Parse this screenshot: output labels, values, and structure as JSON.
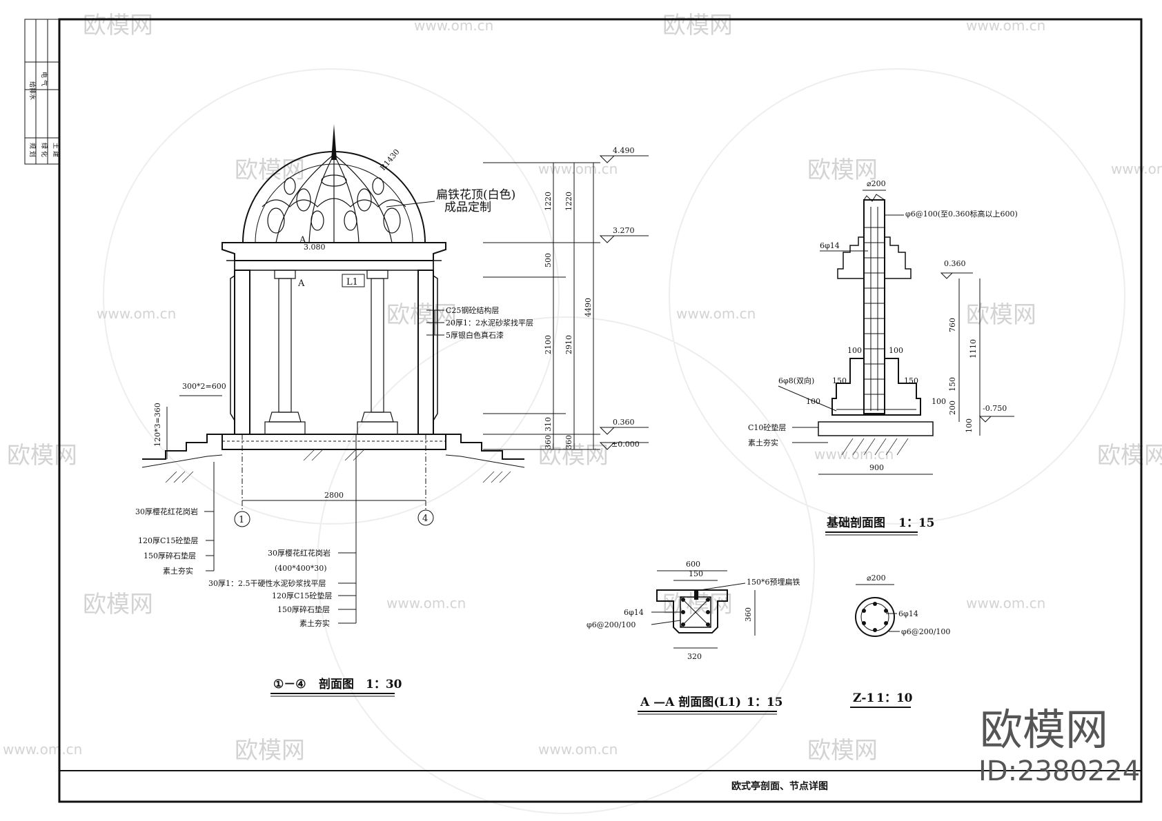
{
  "sheet": {
    "title": "欧式亭剖面、节点详图",
    "side_labels": [
      "给排水",
      "电 气",
      "规 划",
      "绿 化",
      "土 建"
    ]
  },
  "section_main": {
    "dome_label_1": "扁铁花顶(白色)",
    "dome_label_2": "成品定制",
    "radius": "R1430",
    "marks": {
      "A": "A",
      "L1": "L1",
      "elev_3080": "3.080"
    },
    "beam_layers": [
      "C25钢砼结构层",
      "20厚1：2水泥砂浆找平层",
      "5厚银白色真石漆"
    ],
    "elevations": [
      "4.490",
      "3.270",
      "0.360",
      "±0.000"
    ],
    "dims_vertical": [
      "1220",
      "1220",
      "500",
      "2100",
      "2910",
      "4490",
      "310",
      "360",
      "360"
    ],
    "step_dims": {
      "horizontal": "300*2=600",
      "vertical": "120*3=360"
    },
    "span": "2800",
    "axes": [
      "1",
      "4"
    ],
    "left_layers": [
      "30厚樱花红花岗岩",
      "120厚C15砼垫层",
      "150厚碎石垫层",
      "素土夯实"
    ],
    "floor_layers": [
      "30厚樱花红花岗岩",
      "(400*400*30)",
      "30厚1：2.5干硬性水泥砂浆找平层",
      "120厚C15砼垫层",
      "150厚碎石垫层",
      "素土夯实"
    ],
    "caption_axes": "①－④",
    "caption": "剖面图",
    "scale": "1：30"
  },
  "foundation": {
    "dia": "⌀200",
    "rebar_note": "φ6@100(至0.360标高以上600)",
    "rebar_main": "6φ14",
    "rebar_base": "6φ8(双向)",
    "elevations": [
      "0.360",
      "-0.750"
    ],
    "dims": [
      "100",
      "100",
      "150",
      "150",
      "100",
      "100",
      "760",
      "1110",
      "150",
      "200",
      "100",
      "900"
    ],
    "layers": [
      "C10砼垫层",
      "素土夯实"
    ],
    "caption": "基础剖面图",
    "scale": "1：15"
  },
  "section_aa": {
    "dims": [
      "600",
      "150",
      "360",
      "320"
    ],
    "note_flat_iron": "150*6预埋扁铁",
    "rebar_main": "6φ14",
    "stirrup": "φ6@200/100",
    "caption": "A —A 剖面图(L1)",
    "scale": "1：15"
  },
  "section_z1": {
    "dia": "⌀200",
    "rebar_main": "6φ14",
    "stirrup": "φ6@200/100",
    "caption": "Z-1",
    "scale": "1：10"
  },
  "watermark": {
    "brand": "欧模网",
    "url": "www.om.cn",
    "id": "ID:2380224"
  }
}
